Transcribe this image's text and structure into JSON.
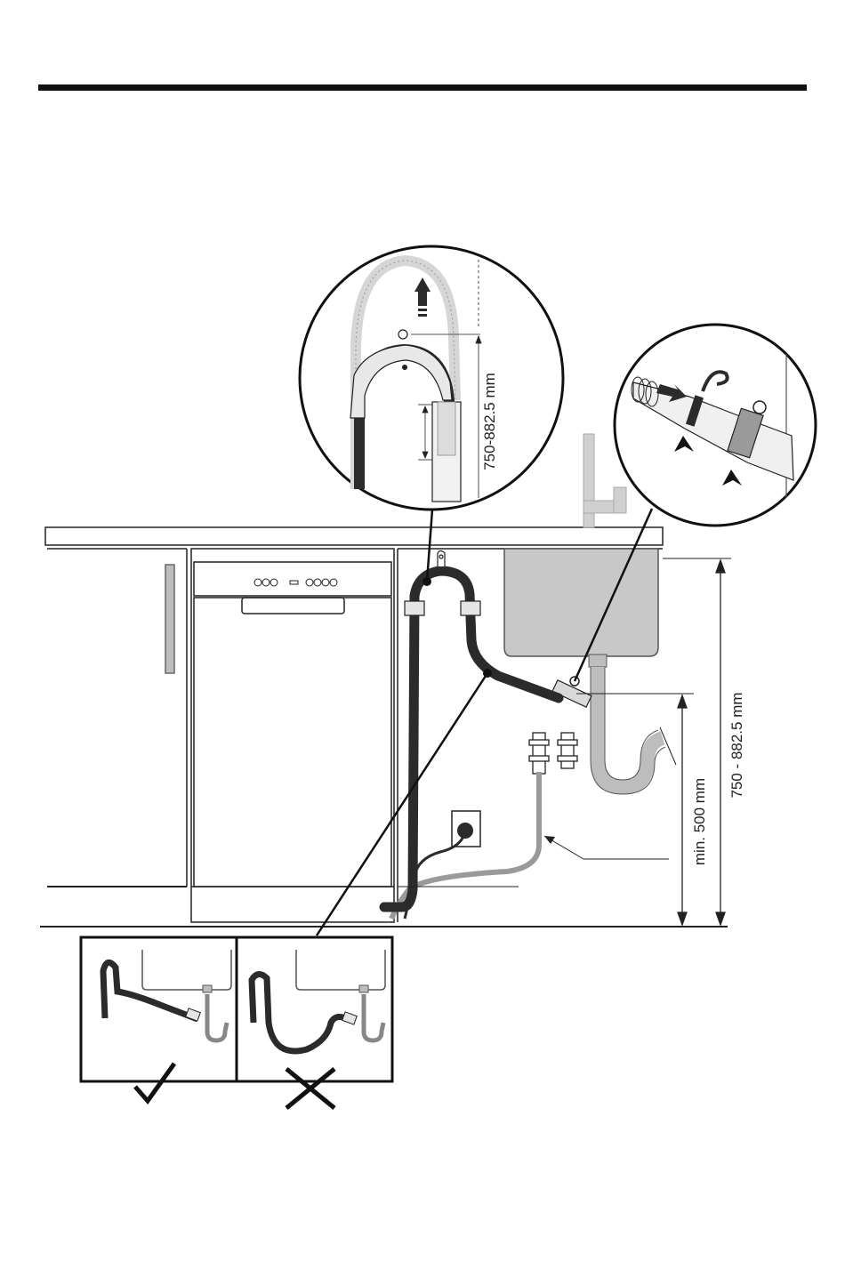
{
  "dimensions": {
    "zoom_height": "750-882.5 mm",
    "counter_height": "750 - 882.5 mm",
    "min_height": "min. 500 mm"
  },
  "colors": {
    "line": "#1a1a1a",
    "hose_dark": "#2b2b2b",
    "hose_gray": "#9a9a9a",
    "hose_light": "#cfcfcf",
    "sink": "#c8c8c8",
    "pipe": "#bdbdbd"
  },
  "panels": {
    "correct_symbol": "check-mark",
    "wrong_symbol": "cross-mark"
  }
}
